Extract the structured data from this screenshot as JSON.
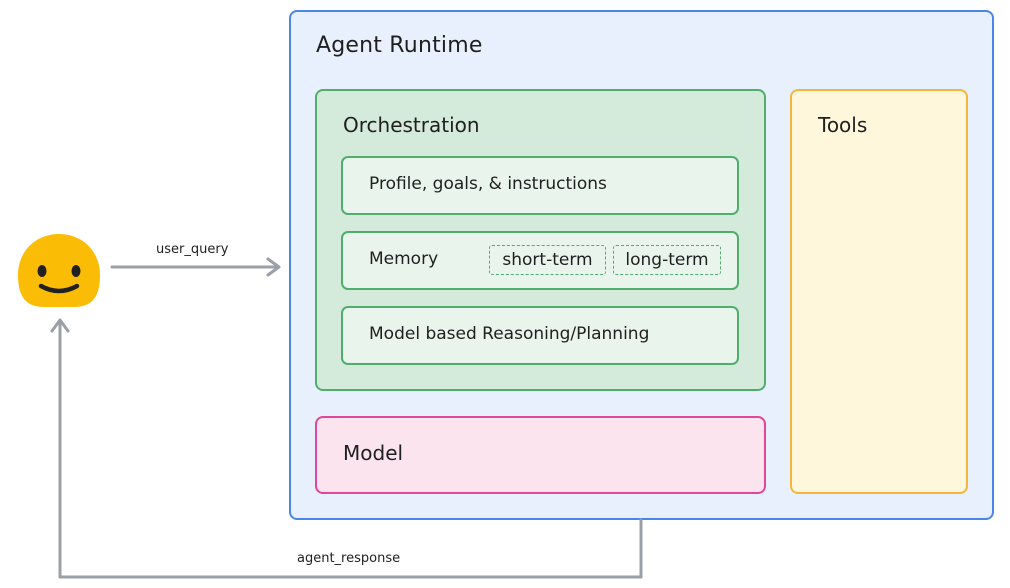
{
  "diagram": {
    "runtime": {
      "title": "Agent Runtime"
    },
    "orchestration": {
      "title": "Orchestration",
      "profile": "Profile, goals, & instructions",
      "memory": {
        "label": "Memory",
        "short_term": "short-term",
        "long_term": "long-term"
      },
      "reasoning": "Model based Reasoning/Planning"
    },
    "model": {
      "title": "Model"
    },
    "tools": {
      "title": "Tools"
    },
    "arrows": {
      "user_query": "user_query",
      "agent_response": "agent_response"
    },
    "user": {
      "icon": "smiley-face-icon"
    }
  },
  "colors": {
    "runtime_fill": "#e8f0fe",
    "runtime_border": "#4a86e8",
    "orchestration_fill": "#d4eadb",
    "orchestration_border": "#51ad6b",
    "model_fill": "#fce4ef",
    "model_border": "#e0469a",
    "tools_fill": "#fff7dc",
    "tools_border": "#f2b73a",
    "arrow": "#9aa0a6",
    "smiley": "#fbbc05"
  }
}
